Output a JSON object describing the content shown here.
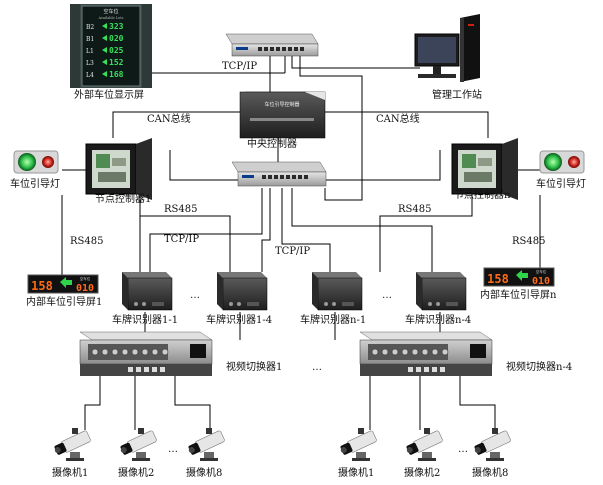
{
  "external_display": {
    "label": "外部车位显示屏",
    "header": "空车位",
    "subheader": "Available Lots",
    "rows": [
      {
        "floor": "B2",
        "count": "323"
      },
      {
        "floor": "B1",
        "count": "020"
      },
      {
        "floor": "L1",
        "count": "025"
      },
      {
        "floor": "L3",
        "count": "152"
      },
      {
        "floor": "L4",
        "count": "168"
      }
    ]
  },
  "workstation": {
    "label": "管理工作站"
  },
  "central_controller": {
    "label": "中央控制器",
    "device_text": "车位引导控制器"
  },
  "links": {
    "tcpip_top": "TCP/IP",
    "can_left": "CAN总线",
    "can_right": "CAN总线",
    "rs485_left_top": "RS485",
    "rs485_right_top": "RS485",
    "rs485_left": "RS485",
    "rs485_right": "RS485",
    "tcpip_mid_left": "TCP/IP",
    "tcpip_mid_right": "TCP/IP"
  },
  "node_left": {
    "label": "节点控制器1",
    "light_label": "车位引导灯",
    "screen_label": "内部车位引导屏1"
  },
  "node_right": {
    "label": "节点控制器n",
    "light_label": "车位引导灯",
    "screen_label": "内部车位引导屏n"
  },
  "guide_screen": {
    "left_digits": "158",
    "right_digits": "010",
    "small_text": "空车位"
  },
  "recognizers": [
    "车牌识别器1-1",
    "车牌识别器1-4",
    "车牌识别器n-1",
    "车牌识别器n-4"
  ],
  "switchers": [
    "视频切换器1",
    "视频切换器n-4"
  ],
  "cameras": [
    "摄像机1",
    "摄像机2",
    "摄像机8",
    "摄像机1",
    "摄像机2",
    "摄像机8"
  ],
  "ellipsis": "…"
}
